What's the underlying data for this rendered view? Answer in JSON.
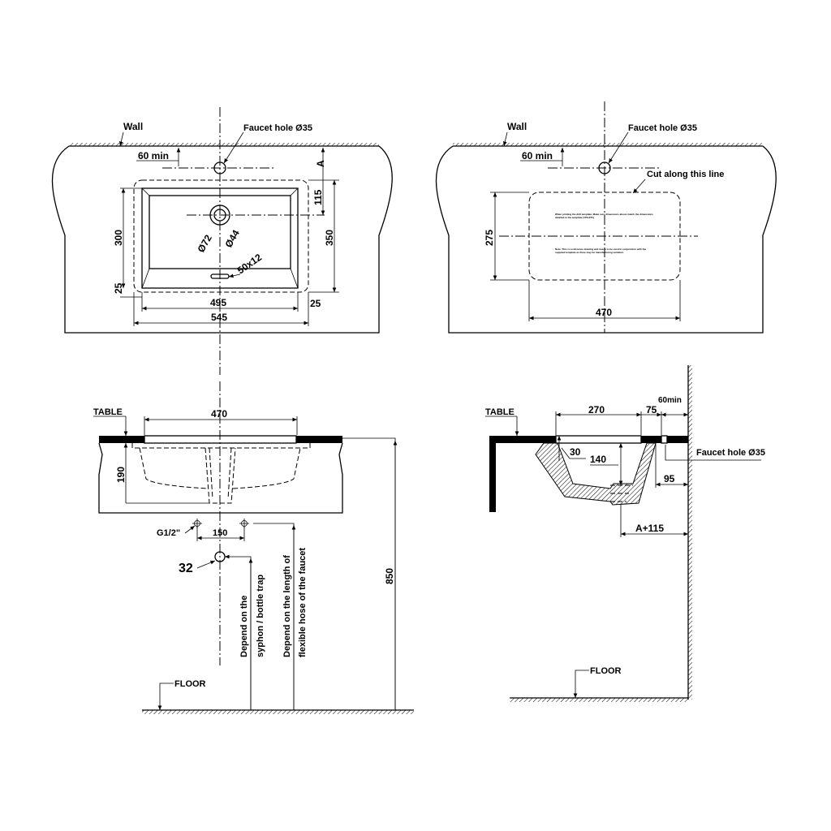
{
  "plan_view": {
    "wall": "Wall",
    "faucet_hole": "Faucet hole Ø35",
    "min_distance": "60 min",
    "a_label": "A",
    "dim_115": "115",
    "dim_300": "300",
    "dim_350": "350",
    "dim_25_left": "25",
    "dim_25_right": "25",
    "dim_495": "495",
    "dim_545": "545",
    "drain_72": "Ø72",
    "drain_44": "Ø44",
    "overflow": "50x12"
  },
  "template_view": {
    "wall": "Wall",
    "faucet_hole": "Faucet hole Ø35",
    "min_distance": "60 min",
    "cut_label": "Cut along this line",
    "dim_275": "275",
    "dim_470": "470",
    "note_1": "When printing the drill template, Make sure dimensions above match the dimensions detailed in the template (470x275)",
    "note_2": "Note: This is a reference drawing and needs to be used in conjunction with the supplied template as there may be manufacturing variation."
  },
  "front_view": {
    "table": "TABLE",
    "dim_470": "470",
    "dim_190": "190",
    "thread": "G1/2\"",
    "dim_150": "150",
    "dim_32": "32",
    "syphon_note": [
      "Depend on the",
      "syphon / bottle trap"
    ],
    "hose_note": [
      "Depend on the length of",
      "flexible hose of the faucet"
    ],
    "dim_850": "850",
    "floor": "FLOOR"
  },
  "side_view": {
    "table": "TABLE",
    "dim_270": "270",
    "dim_75": "75",
    "min_distance": "60min",
    "dim_30": "30",
    "dim_140": "140",
    "faucet_hole": "Faucet hole Ø35",
    "dim_95": "95",
    "dim_a115": "A+115",
    "floor": "FLOOR"
  }
}
